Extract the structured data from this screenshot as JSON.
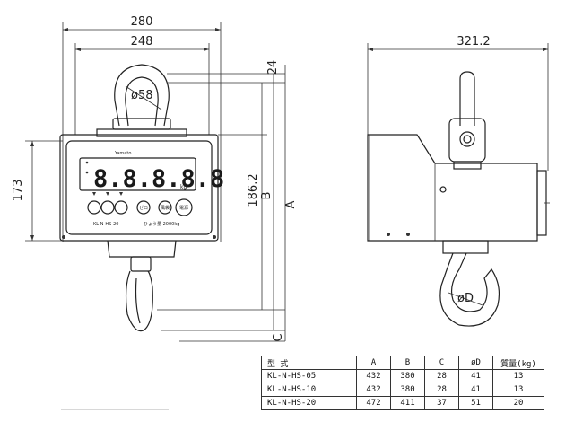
{
  "dimensions": {
    "overall_width": "280",
    "body_width": "248",
    "hook_thickness": "24",
    "shackle_diameter": "ø58",
    "body_height": "173",
    "hook_to_body_bottom": "186.2",
    "dim_b": "B",
    "dim_a": "A",
    "dim_c": "C",
    "side_depth": "321.2",
    "hook_diameter": "øD"
  },
  "front_panel": {
    "brand": "Yamato",
    "readout": "8.8.8.8.8",
    "unit": "kg",
    "model_label": "KL-N-HS-20",
    "capacity_label": "ひょう量 2000kg",
    "button_zero": "ゼロ",
    "button_tare": "風袋",
    "button_power": "電源"
  },
  "table": {
    "headers": [
      "型 式",
      "A",
      "B",
      "C",
      "øD",
      "質量(kg)"
    ],
    "rows": [
      [
        "KL-N-HS-05",
        "432",
        "380",
        "28",
        "41",
        "13"
      ],
      [
        "KL-N-HS-10",
        "432",
        "380",
        "28",
        "41",
        "13"
      ],
      [
        "KL-N-HS-20",
        "472",
        "411",
        "37",
        "51",
        "20"
      ]
    ]
  }
}
